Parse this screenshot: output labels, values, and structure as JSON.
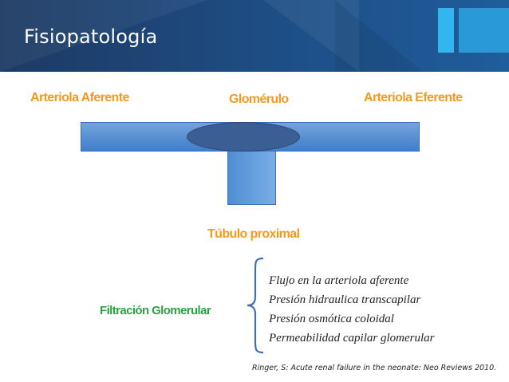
{
  "header": {
    "title": "Fisiopatología"
  },
  "diagram": {
    "afferent_label": "Arteriola Aferente",
    "glomerulus_label": "Glomérulo",
    "efferent_label": "Arteriola Eferente",
    "tubule_label": "Túbulo proximal",
    "filtration_label": "Filtración Glomerular",
    "factors": [
      "Flujo en la arteriola aferente",
      "Presión hidraulica transcapilar",
      "Presión osmótica coloidal",
      "Permeabilidad capilar glomerular"
    ]
  },
  "citation": "Ringer, S: Acute renal failure in the neonate: Neo Reviews 2010.",
  "colors": {
    "header_bg": "#1e4e86",
    "label_orange": "#f39a1e",
    "label_green": "#2ea043",
    "vessel_blue": "#4f8ed4",
    "glomerulus_navy": "#3b5f95",
    "accent_cyan": "#33b6f0"
  }
}
